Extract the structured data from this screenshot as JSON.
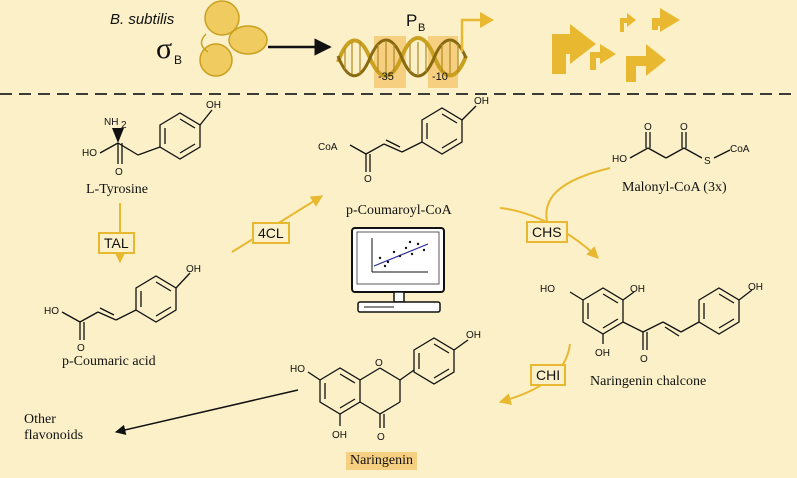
{
  "header": {
    "organism": "B. subtilis",
    "sigma_symbol": "σ",
    "sigma_subscript": "B",
    "promoter_main": "P",
    "promoter_sub": "B",
    "box_minus35": "-35",
    "box_minus10": "-10"
  },
  "compounds": {
    "tyrosine": "L-Tyrosine",
    "coumaric": "p-Coumaric acid",
    "coumaroyl": "p-Coumaroyl-CoA",
    "malonyl": "Malonyl-CoA (3x)",
    "chalcone": "Naringenin chalcone",
    "naringenin": "Naringenin",
    "other_line1": "Other",
    "other_line2": "flavonoids"
  },
  "enzymes": {
    "tal": "TAL",
    "fourcl": "4CL",
    "chs": "CHS",
    "chi": "CHI"
  },
  "atoms": {
    "oh": "OH",
    "ho": "HO",
    "o": "O",
    "nh2": "NH",
    "nh2_sub": "2",
    "coa": "CoA",
    "s": "S"
  },
  "colors": {
    "background": "#fbf0c8",
    "accent": "#e8b830",
    "protein": "#f0cc60",
    "highlight": "#f7cf80",
    "arrow": "#111111",
    "plot_line": "#2a2aa0"
  },
  "icons": [
    "sigma-factor-protein-icon",
    "dna-helix-icon",
    "promoter-arrow-icon",
    "computer-icon"
  ]
}
